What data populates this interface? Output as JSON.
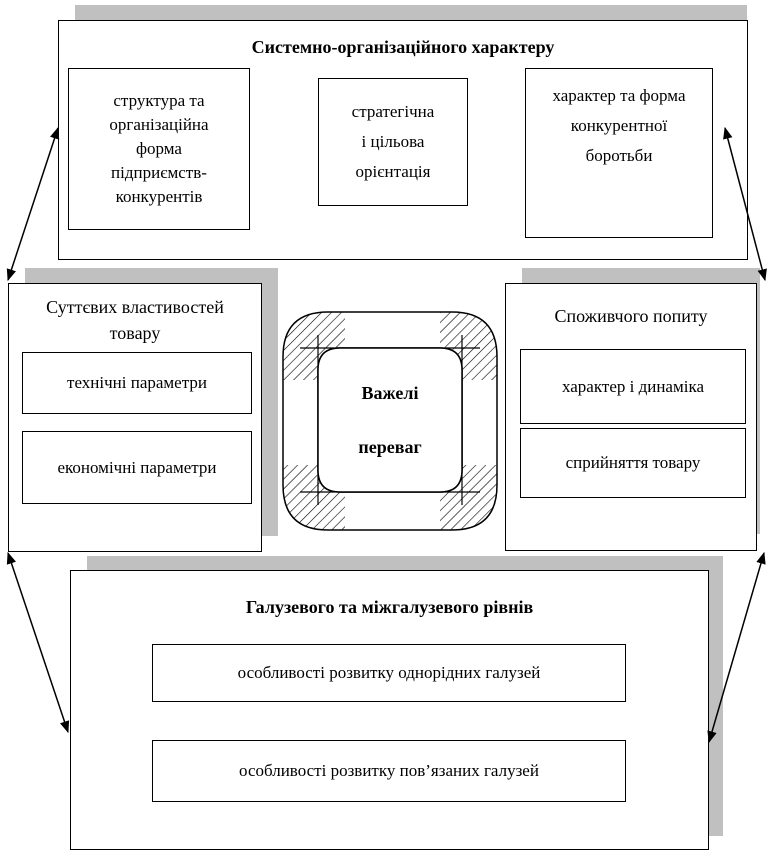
{
  "top": {
    "title": "Системно-організаційного характеру",
    "box1": [
      "структура та",
      "організаційна",
      "форма",
      "підприємств-",
      "конкурентів"
    ],
    "box2": [
      "стратегічна",
      "і цільова",
      "орієнтація"
    ],
    "box3": [
      "характер та форма",
      "конкурентної",
      "боротьби"
    ]
  },
  "left": {
    "title_line1": "Суттєвих властивостей",
    "title_line2": "товару",
    "item1": "технічні параметри",
    "item2": "економічні параметри"
  },
  "center": {
    "line1": "Важелі",
    "line2": "переваг"
  },
  "right": {
    "title": "Споживчого попиту",
    "item1": "характер і динаміка",
    "item2": "сприйняття товару"
  },
  "bottom": {
    "title": "Галузевого та міжгалузевого рівнів",
    "item1": "особливості розвитку однорідних галузей",
    "item2": "особливості розвитку пов’язаних галузей"
  }
}
